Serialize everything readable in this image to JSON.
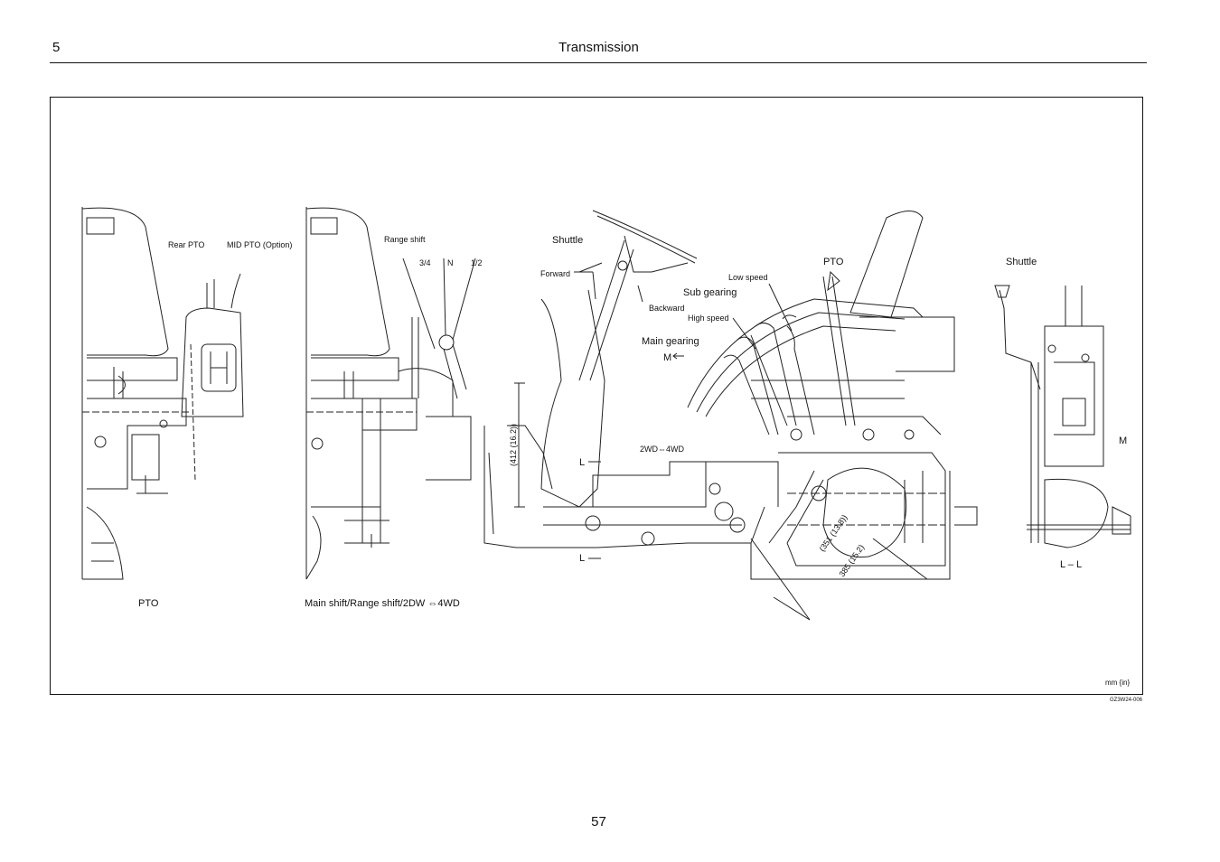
{
  "header": {
    "chapter_number": "5",
    "title": "Transmission"
  },
  "figure": {
    "left_panel": {
      "caption": "PTO",
      "label_rear_pto": "Rear PTO",
      "label_mid_pto": "MID PTO (Option)"
    },
    "middle_panel": {
      "caption": "Main shift/Range shift/2DW ⇔4WD",
      "label_range_shift": "Range shift",
      "label_34": "3/4",
      "label_n": "N",
      "label_12": "1/2"
    },
    "main_panel": {
      "label_shuttle": "Shuttle",
      "label_forward": "Forward",
      "label_backward": "Backward",
      "label_sub_gearing": "Sub gearing",
      "label_low_speed": "Low speed",
      "label_high_speed": "High speed",
      "label_main_gearing": "Main gearing",
      "label_m_arrow": "M",
      "label_pto": "PTO",
      "label_2wd_4wd": "2WD⇔4WD",
      "label_l_top": "L",
      "label_l_bottom": "L",
      "dim_412": "(412 (16.2))",
      "dim_351": "(351 (13.8))",
      "dim_385": "385 (15.2)"
    },
    "right_panel": {
      "label_shuttle": "Shuttle",
      "label_m": "M",
      "caption": "L – L"
    },
    "unit_note": "mm {in}"
  },
  "figure_code": "GZ3W24-006",
  "page_number": "57"
}
